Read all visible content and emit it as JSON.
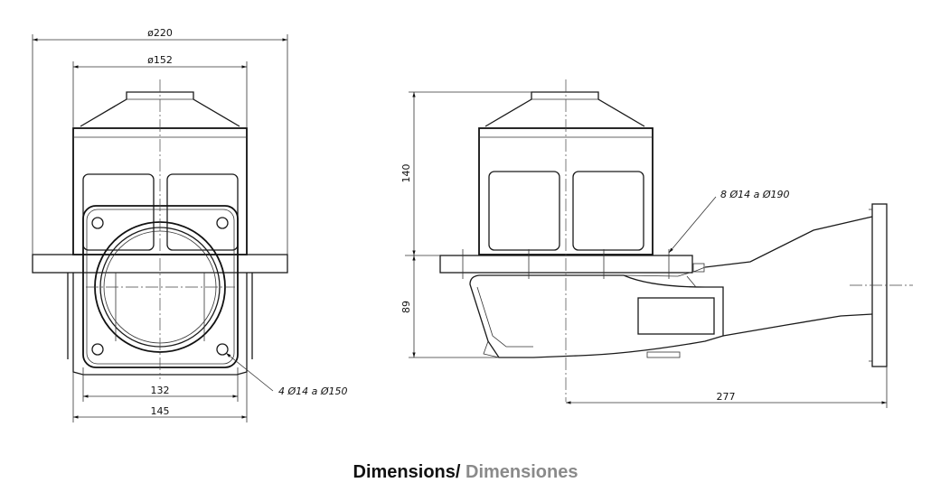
{
  "dimensions": {
    "front_overall_width": "ø220",
    "front_screen_width": "ø152",
    "front_flange_inner": "132",
    "front_flange_outer": "145",
    "side_screen_height": "140",
    "side_body_height": "89",
    "side_length": "277"
  },
  "callouts": {
    "front_holes": "4  Ø14  a  Ø150",
    "side_holes": "8  Ø14  a  Ø190"
  },
  "caption": {
    "english": "Dimensions/",
    "spanish": "Dimensiones"
  }
}
